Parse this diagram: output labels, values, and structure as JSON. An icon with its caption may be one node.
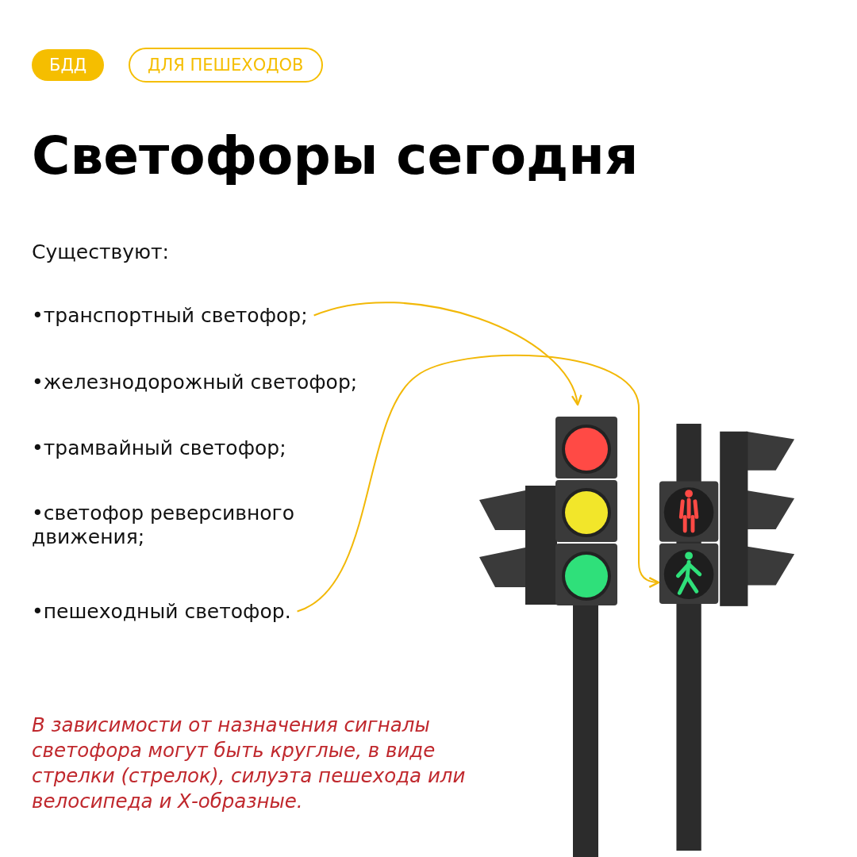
{
  "diagram": {
    "title": "Светофоры сегодня",
    "nodes": [
      {
        "text": [
          "БДД"
        ]
      },
      {
        "text": [
          "ДЛЯ ПЕШЕХОДОВ"
        ]
      },
      {
        "text": [
          "•транспортный светофор;"
        ]
      },
      {
        "text": [
          "•пешеходный светофор."
        ]
      },
      {
        "text": [],
        "shape": "picture"
      },
      {
        "text": [],
        "shape": "picture"
      }
    ],
    "edges": [
      {
        "from": 2,
        "to": 4,
        "arrow": "to"
      },
      {
        "from": 3,
        "to": 5,
        "arrow": "to"
      }
    ],
    "labels": [
      "Существуют:",
      "•железнодорожный светофор;",
      "•трамвайный светофор;",
      "•светофор реверсивного движения;"
    ],
    "caption": "В зависимости от назначения сигналы светофора могут быть круглые, в виде стрелки (стрелок), силуэта пешехода или велосипеда и Х-образные."
  }
}
